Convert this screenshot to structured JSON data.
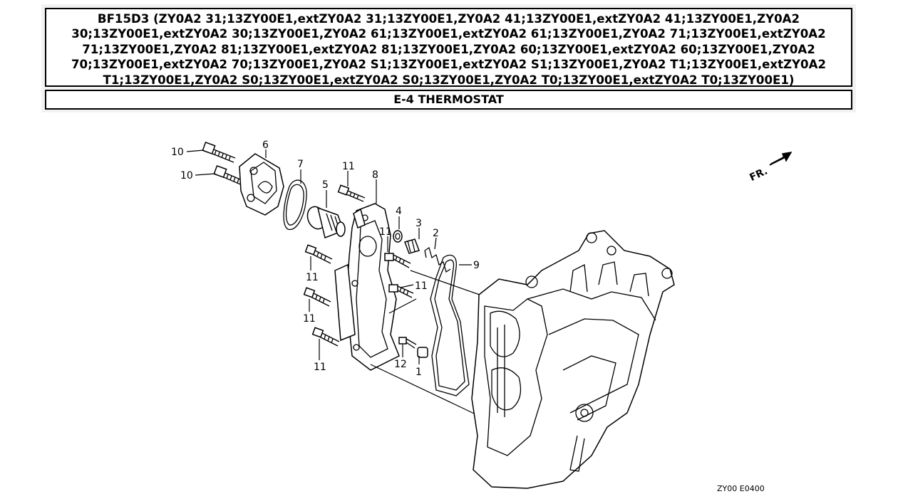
{
  "header": {
    "model_text": "BF15D3 (ZY0A2 31;13ZY00E1,extZY0A2 31;13ZY00E1,ZY0A2 41;13ZY00E1,extZY0A2 41;13ZY00E1,ZY0A2 30;13ZY00E1,extZY0A2 30;13ZY00E1,ZY0A2 61;13ZY00E1,extZY0A2 61;13ZY00E1,ZY0A2 71;13ZY00E1,extZY0A2 71;13ZY00E1,ZY0A2 81;13ZY00E1,extZY0A2 81;13ZY00E1,ZY0A2 60;13ZY00E1,extZY0A2 60;13ZY00E1,ZY0A2 70;13ZY00E1,extZY0A2 70;13ZY00E1,ZY0A2 S1;13ZY00E1,extZY0A2 S1;13ZY00E1,ZY0A2 T1;13ZY00E1,extZY0A2 T1;13ZY00E1,ZY0A2 S0;13ZY00E1,extZY0A2 S0;13ZY00E1,ZY0A2 T0;13ZY00E1,extZY0A2 T0;13ZY00E1)",
    "section_title": "E-4 THERMOSTAT"
  },
  "diagram": {
    "direction_marker": "FR.",
    "callouts": {
      "bolt_top": "10",
      "bolt_lower": "10",
      "cover": "6",
      "o_ring": "7",
      "thermostat": "5",
      "bolt_case_top": "11",
      "case": "8",
      "washer": "4",
      "fitting": "3",
      "spring": "2",
      "gasket": "9",
      "bolt_mid_right": "11",
      "bolt_right": "11",
      "bolt_left_1": "11",
      "bolt_left_2": "11",
      "bolt_left_3": "11",
      "bolt_12": "12",
      "part_1": "1"
    },
    "drawing_code": "ZY00 E0400"
  }
}
